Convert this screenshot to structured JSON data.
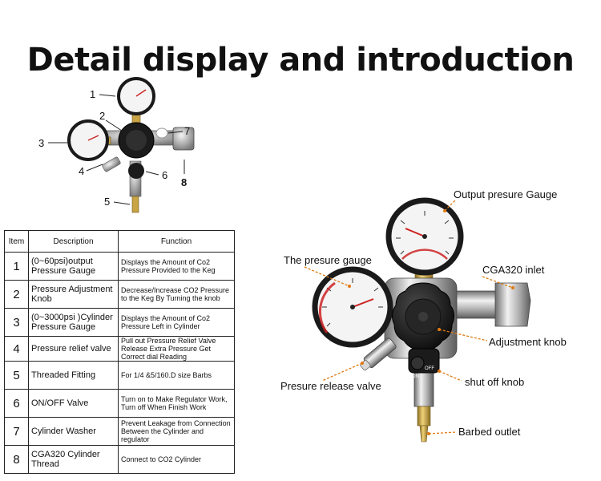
{
  "title": "Detail display and introduction",
  "small_diagram": {
    "callouts": [
      "1",
      "2",
      "3",
      "4",
      "5",
      "6",
      "7",
      "8"
    ]
  },
  "table": {
    "headers": [
      "Item",
      "Description",
      "Function"
    ],
    "rows": [
      {
        "item": "1",
        "description": "(0~60psi)output Pressure Gauge",
        "function": "Displays the Amount of Co2 Pressure Provided to the Keg"
      },
      {
        "item": "2",
        "description": "Pressure Adjustment Knob",
        "function": "Decrease/Increase CO2 Pressure to the Keg By Turning the knob"
      },
      {
        "item": "3",
        "description": "(0~3000psi )Cylinder Pressure Gauge",
        "function": "Displays the Amount of Co2 Pressure Left in Cylinder"
      },
      {
        "item": "4",
        "description": "Pressure relief valve",
        "function": "Pull out Pressure Relief Valve Release Extra Pressure Get Correct dial Reading"
      },
      {
        "item": "5",
        "description": "Threaded Fitting",
        "function": "For 1/4 &5/160.D size Barbs"
      },
      {
        "item": "6",
        "description": "ON/OFF Valve",
        "function": "Turn on to Make Regulator Work, Turn off When Finish Work"
      },
      {
        "item": "7",
        "description": "Cylinder Washer",
        "function": "Prevent Leakage from Connection Between the Cylinder and regulator"
      },
      {
        "item": "8",
        "description": "CGA320 Cylinder Thread",
        "function": "Connect to CO2 Cylinder"
      }
    ]
  },
  "large_diagram": {
    "labels": {
      "output_gauge": "Output presure Gauge",
      "pressure_gauge": "The presure gauge",
      "inlet": "CGA320 inlet",
      "adjustment_knob": "Adjustment knob",
      "release_valve": "Presure release valve",
      "shutoff_knob": "shut off knob",
      "barbed_outlet": "Barbed outlet"
    },
    "valve_on": "ON",
    "valve_off": "OFF"
  },
  "colors": {
    "gauge_rim": "#1a1a1a",
    "gauge_face": "#f4f4f4",
    "needle": "#cc2222",
    "chrome": "#b8b8b8",
    "brass": "#c9a445",
    "leader_line": "#e07a10"
  }
}
